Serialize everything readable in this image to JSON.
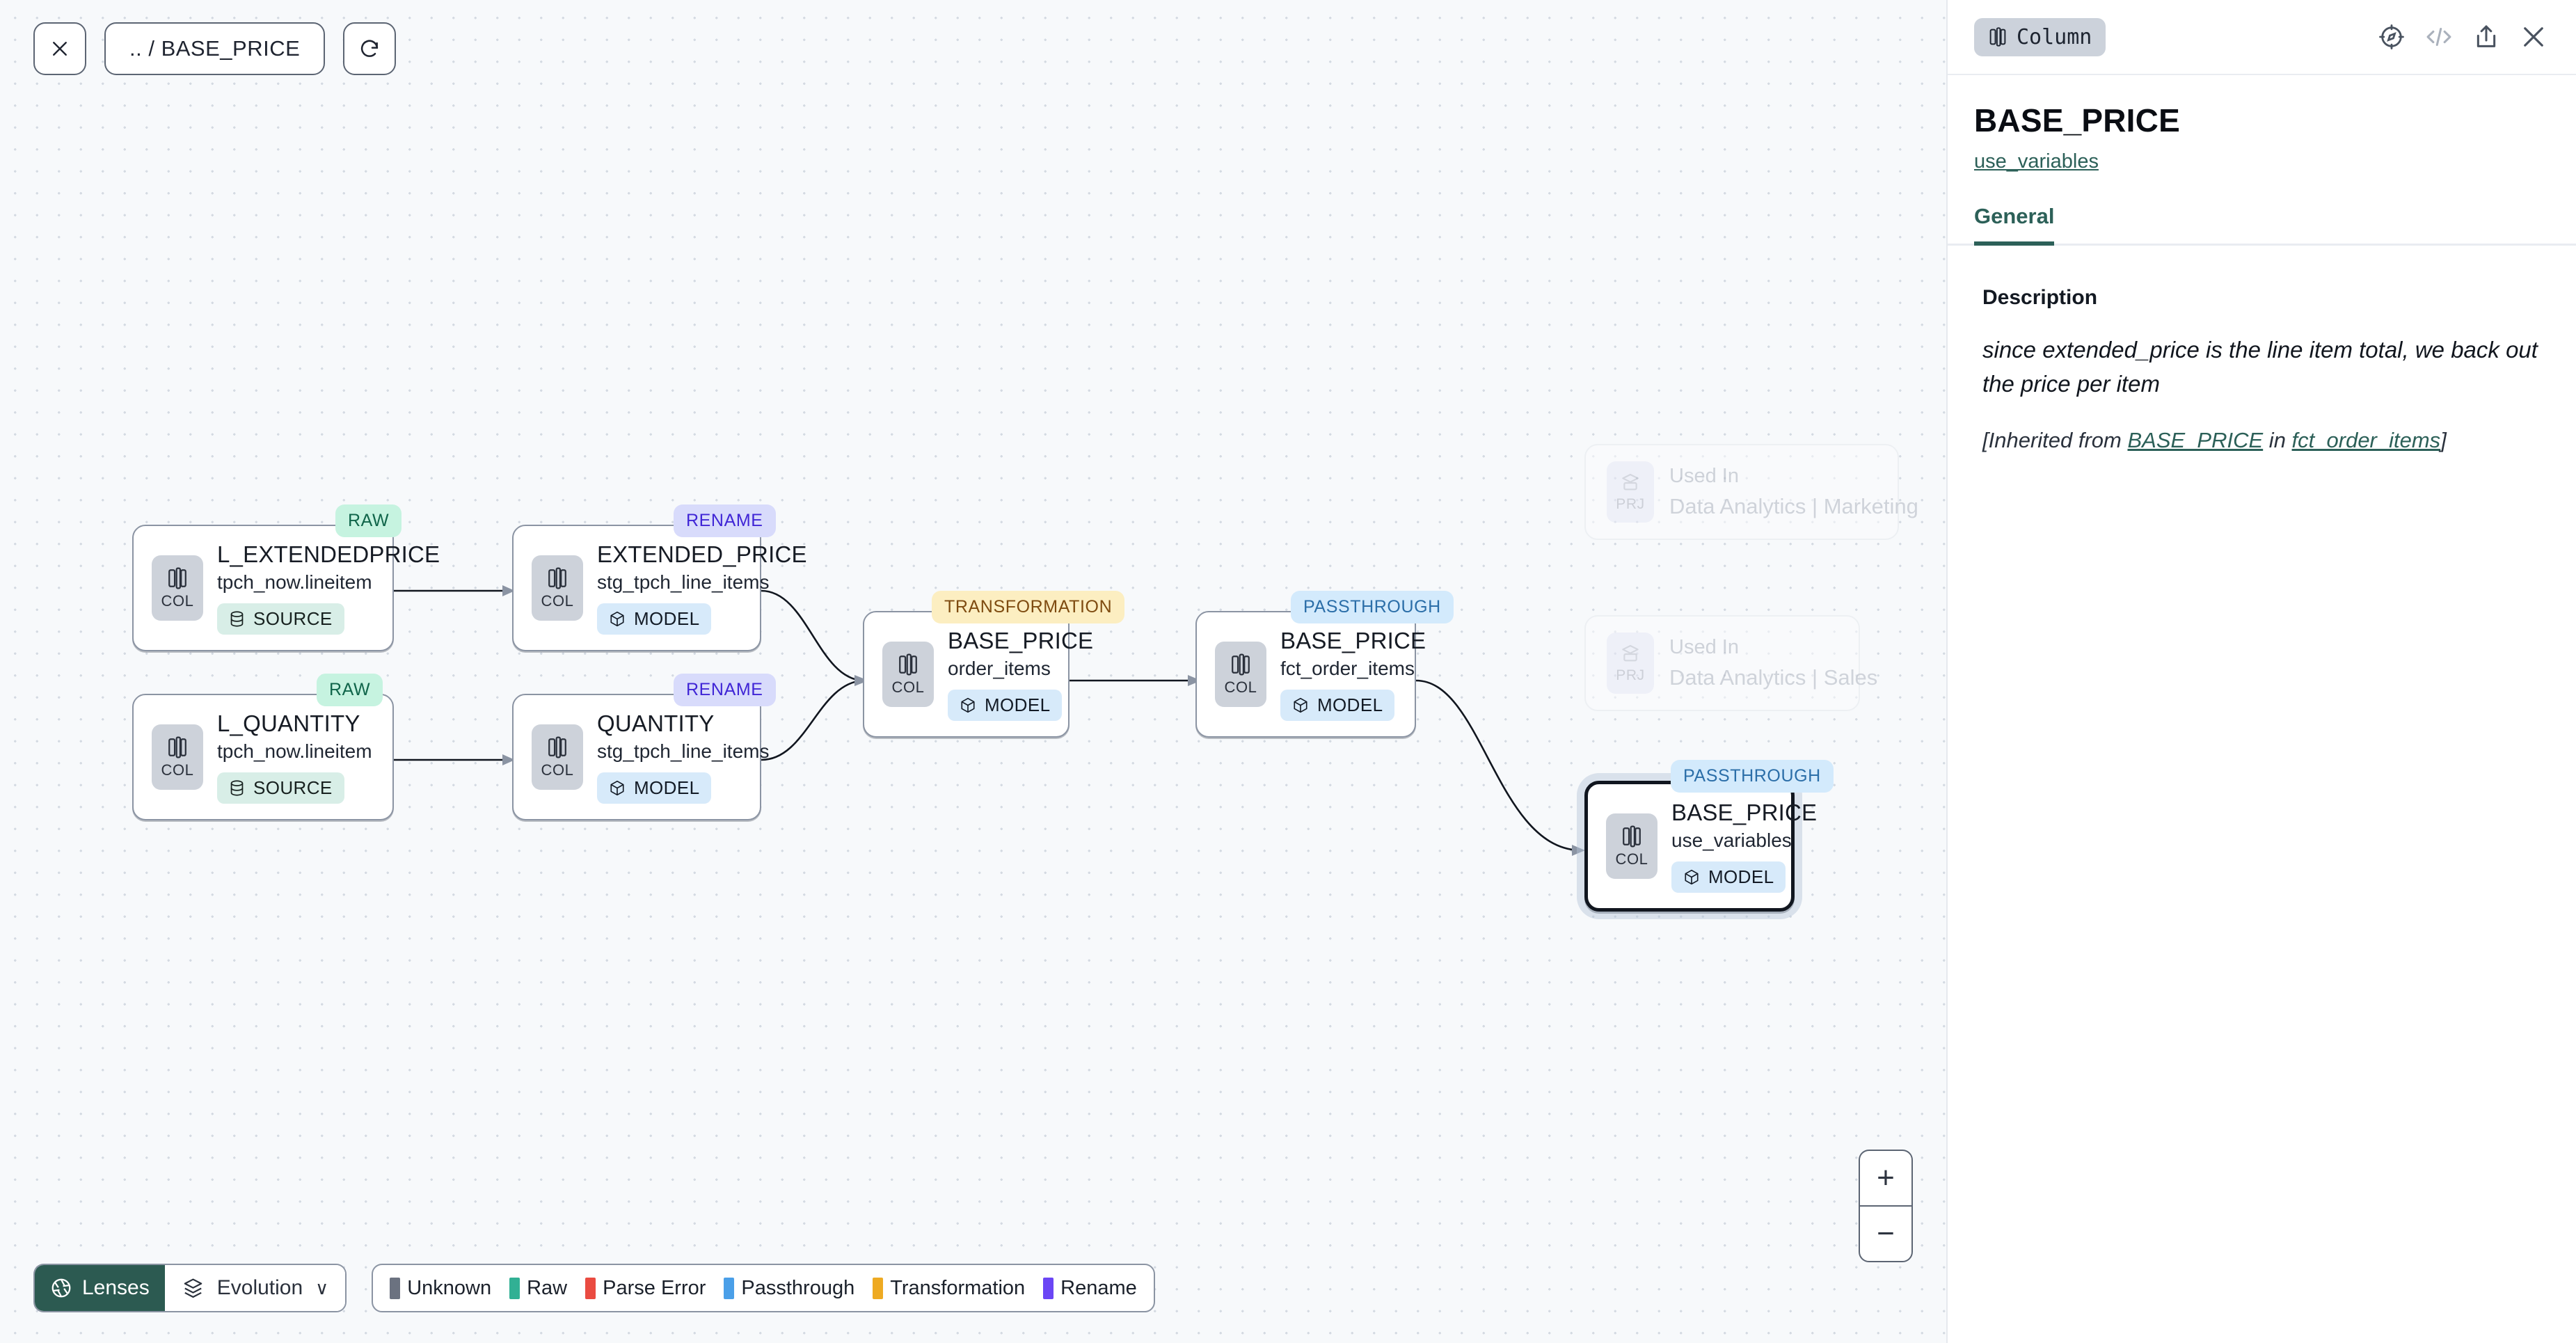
{
  "canvas": {
    "toolbar": {
      "close_label": "✕",
      "breadcrumb": ".. / BASE_PRICE",
      "refresh_label": "↻"
    },
    "zoom_controls": {
      "zoom_in": "+",
      "zoom_out": "−"
    },
    "nodes": [
      {
        "badge": "RAW",
        "title": "L_EXTENDEDPRICE",
        "subtitle": "tpch_now.lineitem",
        "kind": "COL",
        "pill": "SOURCE",
        "pill_type": "source"
      },
      {
        "badge": "RENAME",
        "title": "EXTENDED_PRICE",
        "subtitle": "stg_tpch_line_items",
        "kind": "COL",
        "pill": "MODEL",
        "pill_type": "model"
      },
      {
        "badge": "RAW",
        "title": "L_QUANTITY",
        "subtitle": "tpch_now.lineitem",
        "kind": "COL",
        "pill": "SOURCE",
        "pill_type": "source"
      },
      {
        "badge": "RENAME",
        "title": "QUANTITY",
        "subtitle": "stg_tpch_line_items",
        "kind": "COL",
        "pill": "MODEL",
        "pill_type": "model"
      },
      {
        "badge": "TRANSFORMATION",
        "title": "BASE_PRICE",
        "subtitle": "order_items",
        "kind": "COL",
        "pill": "MODEL",
        "pill_type": "model"
      },
      {
        "badge": "PASSTHROUGH",
        "title": "BASE_PRICE",
        "subtitle": "fct_order_items",
        "kind": "COL",
        "pill": "MODEL",
        "pill_type": "model"
      },
      {
        "badge": "PASSTHROUGH",
        "title": "BASE_PRICE",
        "subtitle": "use_variables",
        "kind": "COL",
        "pill": "MODEL",
        "pill_type": "model",
        "selected": true
      }
    ],
    "used_in": [
      {
        "kind": "PRJ",
        "label": "Used In",
        "name": "Data Analytics | Marketing"
      },
      {
        "kind": "PRJ",
        "label": "Used In",
        "name": "Data Analytics | Sales"
      }
    ],
    "bottom_bar": {
      "lenses_label": "Lenses",
      "evolution_label": "Evolution",
      "chevron": "∨",
      "legend": [
        {
          "label": "Unknown",
          "color": "#6b7280"
        },
        {
          "label": "Raw",
          "color": "#31b094"
        },
        {
          "label": "Parse Error",
          "color": "#ea4b41"
        },
        {
          "label": "Passthrough",
          "color": "#4a9fe8"
        },
        {
          "label": "Transformation",
          "color": "#eeaa22"
        },
        {
          "label": "Rename",
          "color": "#6b46f5"
        }
      ]
    }
  },
  "panel": {
    "chip_label": "Column",
    "icons": [
      "compass-icon",
      "code-icon",
      "share-icon",
      "close-icon"
    ],
    "title": "BASE_PRICE",
    "sublink": "use_variables",
    "tabs": [
      {
        "label": "General",
        "active": true
      }
    ],
    "description_label": "Description",
    "description_text": "since extended_price is the line item total, we back out the price per item",
    "inherited_prefix": "[Inherited from ",
    "inherited_column": "BASE_PRICE",
    "inherited_middle": " in ",
    "inherited_model": "fct_order_items",
    "inherited_suffix": "]"
  },
  "colors": {
    "accent": "#2c6058",
    "canvas_bg": "#f7f9fb",
    "node_border": "#8b94a3"
  }
}
